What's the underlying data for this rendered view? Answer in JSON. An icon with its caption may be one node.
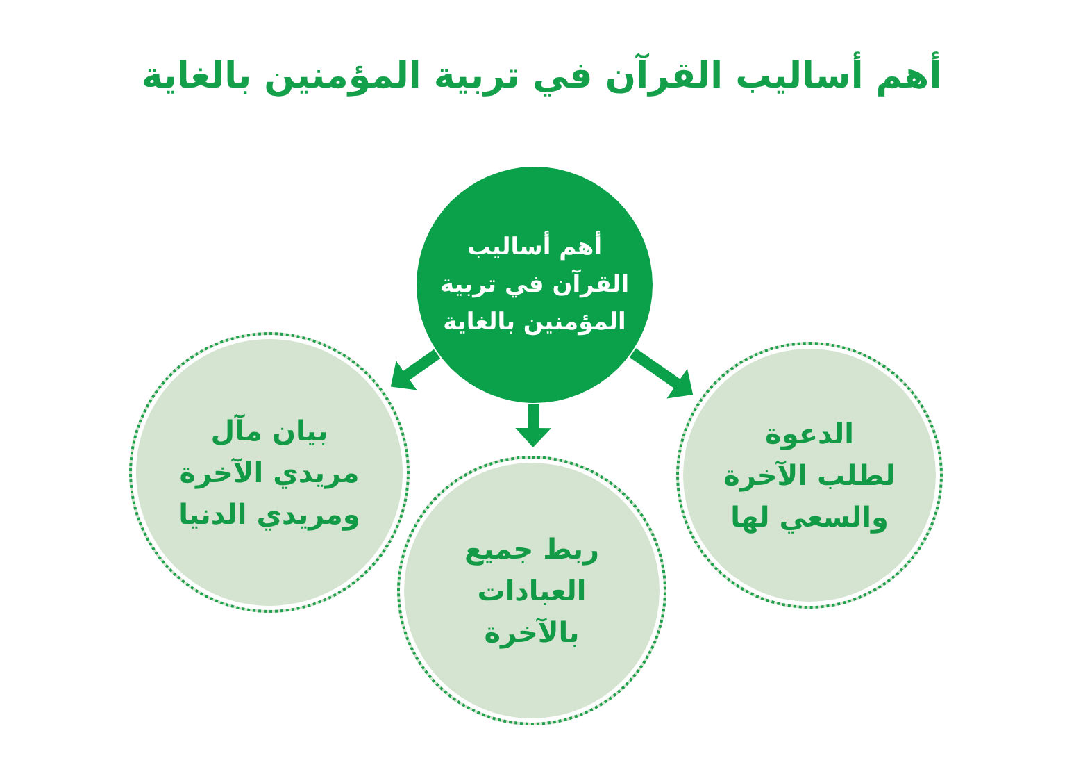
{
  "diagram": {
    "title": "أهم أساليب القرآن في تربية المؤمنين بالغاية",
    "nodes": [
      {
        "text": [
          "أهم أساليب القرآن في تربية المؤمنين بالغاية"
        ]
      },
      {
        "text": [
          "الدعوة لطلب الآخرة والسعي لها"
        ]
      },
      {
        "text": [
          "بيان مآل مريدي الآخرة ومريدي الدنيا"
        ]
      },
      {
        "text": [
          "ربط جميع العبادات بالآخرة"
        ]
      }
    ],
    "edges": [
      {
        "from": 0,
        "to": 1,
        "arrow": "to"
      },
      {
        "from": 0,
        "to": 2,
        "arrow": "to"
      },
      {
        "from": 0,
        "to": 3,
        "arrow": "to"
      }
    ]
  }
}
